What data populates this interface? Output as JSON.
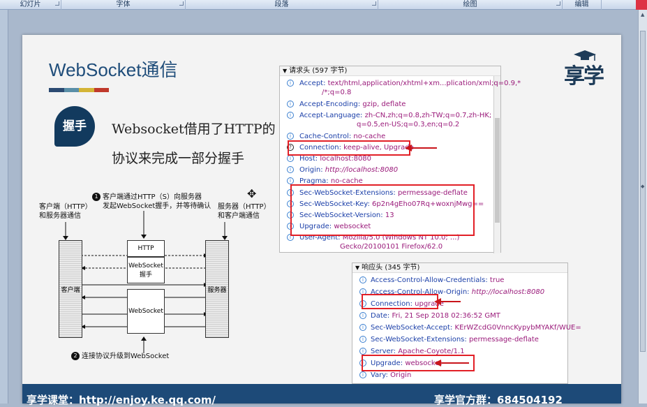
{
  "ribbon": {
    "groups": [
      "幻灯片",
      "字体",
      "段落",
      "绘图",
      "编辑"
    ]
  },
  "slide": {
    "title": "WebSocket通信",
    "color_bar": [
      "#2b4a72",
      "#5a8fa8",
      "#d4b436",
      "#c0392b"
    ],
    "logo_text": "享学",
    "bubble": "握手",
    "desc_line1": "Websocket借用了HTTP的",
    "desc_line2": "协议来完成一部分握手"
  },
  "diagram": {
    "step1_line1": "客户端通过HTTP（S）向服务器",
    "step1_line2": "发起WebSocket握手，并等待确认",
    "step1_num": "1",
    "left_label_line1": "客户端（HTTP）",
    "left_label_line2": "和服务器通信",
    "right_label_line1": "服务器（HTTP）",
    "right_label_line2": "和客户端通信",
    "client": "客户端",
    "server": "服务器",
    "http": "HTTP",
    "ws_handshake_line1": "WebSocket",
    "ws_handshake_line2": "握手",
    "websocket": "WebSocket",
    "step2_num": "2",
    "step2": "连接协议升级到WebSocket"
  },
  "request": {
    "header": "请求头 (597 字节)",
    "rows": [
      {
        "k": "Accept:",
        "v": "text/html,application/xhtml+xm...plication/xml;q=0.9,*"
      },
      {
        "k": "",
        "v": "/*;q=0.8"
      },
      {
        "k": "Accept-Encoding:",
        "v": "gzip, deflate"
      },
      {
        "k": "Accept-Language:",
        "v": "zh-CN,zh;q=0.8,zh-TW;q=0.7,zh-HK;"
      },
      {
        "k": "",
        "v": "q=0.5,en-US;q=0.3,en;q=0.2"
      },
      {
        "k": "Cache-Control:",
        "v": "no-cache"
      },
      {
        "k": "Connection:",
        "v": "keep-alive, Upgrade"
      },
      {
        "k": "Host:",
        "v": "localhost:8080"
      },
      {
        "k": "Origin:",
        "v": "http://localhost:8080"
      },
      {
        "k": "Pragma:",
        "v": "no-cache"
      },
      {
        "k": "Sec-WebSocket-Extensions:",
        "v": "permessage-deflate"
      },
      {
        "k": "Sec-WebSocket-Key:",
        "v": "6p2n4gEho07Rq+woxnjMwg=="
      },
      {
        "k": "Sec-WebSocket-Version:",
        "v": "13"
      },
      {
        "k": "Upgrade:",
        "v": "websocket"
      },
      {
        "k": "User-Agent:",
        "v": "Mozilla/5.0 (Windows NT 10.0; ...)"
      },
      {
        "k": "",
        "v": "Gecko/20100101 Firefox/62.0"
      }
    ]
  },
  "response": {
    "header": "响应头 (345 字节)",
    "rows": [
      {
        "k": "Access-Control-Allow-Credentials:",
        "v": "true"
      },
      {
        "k": "Access-Control-Allow-Origin:",
        "v": "http://localhost:8080"
      },
      {
        "k": "Connection:",
        "v": "upgrade"
      },
      {
        "k": "Date:",
        "v": "Fri, 21 Sep 2018 02:36:52 GMT"
      },
      {
        "k": "Sec-WebSocket-Accept:",
        "v": "KErWZcdG0VnncKypybMYAKf/WUE="
      },
      {
        "k": "Sec-WebSocket-Extensions:",
        "v": "permessage-deflate"
      },
      {
        "k": "Server:",
        "v": "Apache-Coyote/1.1"
      },
      {
        "k": "Upgrade:",
        "v": "websocket"
      },
      {
        "k": "Vary:",
        "v": "Origin"
      }
    ]
  },
  "footer": {
    "left": "享学课堂：http://enjoy.ke.qq.com/",
    "right": "享学官方群：684504192"
  },
  "colors": {
    "title": "#1f4d7a",
    "highlight": "#e21f26",
    "footer_bg": "#1d4a78",
    "key": "#1b3fa8",
    "value": "#9a1a7a"
  }
}
